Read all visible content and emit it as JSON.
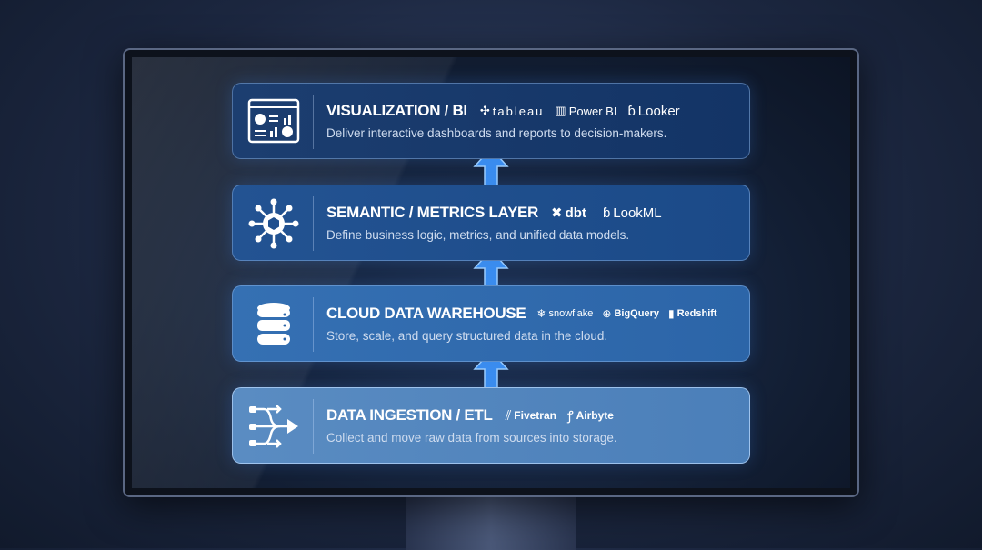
{
  "layers": [
    {
      "title": "VISUALIZATION / BI",
      "description": "Deliver interactive dashboards and reports to decision-makers.",
      "icon": "dashboard-icon",
      "tools": [
        {
          "name": "tableau",
          "icon": "tableau-icon"
        },
        {
          "name": "Power BI",
          "icon": "powerbi-icon"
        },
        {
          "name": "Looker",
          "icon": "looker-icon"
        }
      ]
    },
    {
      "title": "SEMANTIC / METRICS LAYER",
      "description": "Define business logic, metrics, and unified data models.",
      "icon": "network-cube-icon",
      "tools": [
        {
          "name": "dbt",
          "icon": "dbt-icon"
        },
        {
          "name": "LookML",
          "icon": "looker-icon"
        }
      ]
    },
    {
      "title": "CLOUD DATA WAREHOUSE",
      "description": "Store, scale, and query structured data in the cloud.",
      "icon": "database-icon",
      "tools": [
        {
          "name": "snowflake",
          "icon": "snowflake-icon"
        },
        {
          "name": "BigQuery",
          "icon": "bigquery-icon"
        },
        {
          "name": "Redshift",
          "icon": "redshift-icon"
        }
      ]
    },
    {
      "title": "DATA INGESTION / ETL",
      "description": "Collect and move raw data from sources into storage.",
      "icon": "data-flow-icon",
      "tools": [
        {
          "name": "Fivetran",
          "icon": "fivetran-icon"
        },
        {
          "name": "Airbyte",
          "icon": "airbyte-icon"
        }
      ]
    }
  ],
  "colors": {
    "accent": "#4aa3ff",
    "card_top": "#133466",
    "card_bottom": "#4b7fb9"
  }
}
